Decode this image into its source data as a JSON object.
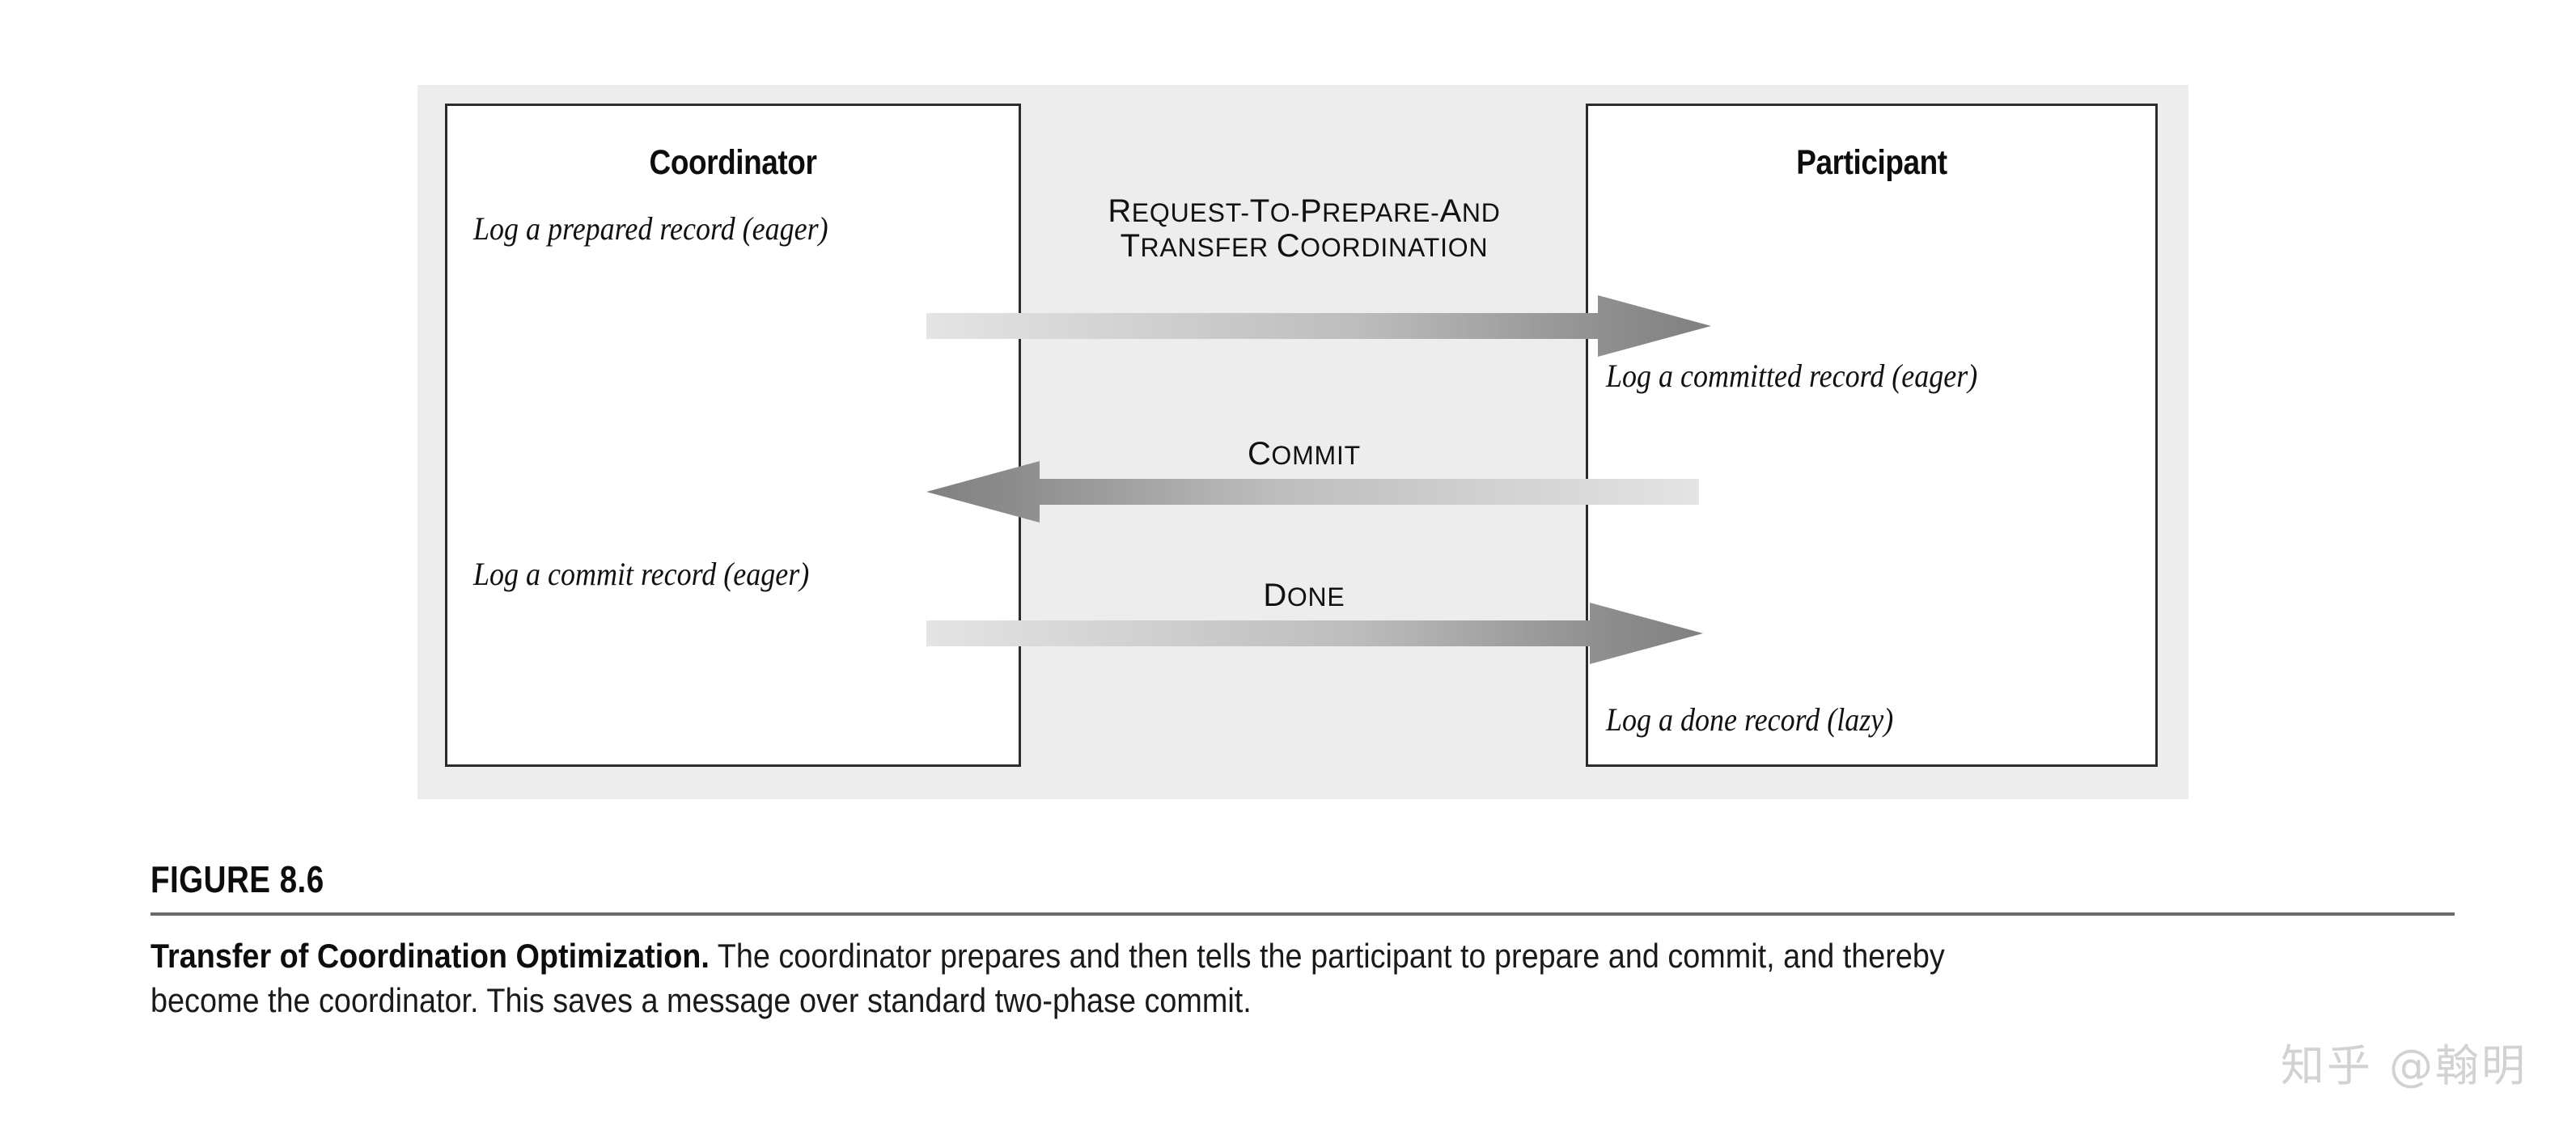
{
  "figure": {
    "number": "FIGURE 8.6",
    "caption_title": "Transfer of Coordination Optimization.",
    "caption_body": " The coordinator prepares and then tells the participant to prepare and commit, and thereby become the coordinator. This saves a message over standard two-phase commit."
  },
  "diagram": {
    "coordinator": {
      "title": "Coordinator",
      "notes": [
        "Log a prepared record (eager)",
        "Log a commit record (eager)"
      ]
    },
    "participant": {
      "title": "Participant",
      "notes": [
        "Log a committed record (eager)",
        "Log a done record (lazy)"
      ]
    },
    "messages": [
      {
        "id": "request-to-prepare-and-transfer-coordination",
        "line1_lead": "R",
        "line1_rest": "EQUEST-T",
        "line1_lead2": "O",
        "line1_rest2": "-P",
        "line1_lead3": "",
        "line1_tail": "REPARE-AND",
        "line1_plain": "Request-To-Prepare-and",
        "line2_plain": "Transfer Coordination",
        "direction": "right",
        "from": "coordinator",
        "to": "participant"
      },
      {
        "id": "commit",
        "label": "Commit",
        "direction": "left",
        "from": "participant",
        "to": "coordinator"
      },
      {
        "id": "done",
        "label": "Done",
        "direction": "right",
        "from": "coordinator",
        "to": "participant"
      }
    ]
  },
  "colors": {
    "panel_background": "#ededed",
    "box_border": "#2c2c2c",
    "arrow_dark": "#808080",
    "arrow_light": "#e2e2e2",
    "rule": "#6b6b6b",
    "watermark": "#d2d2d2"
  },
  "watermark": {
    "text": "知乎 @翰明"
  }
}
